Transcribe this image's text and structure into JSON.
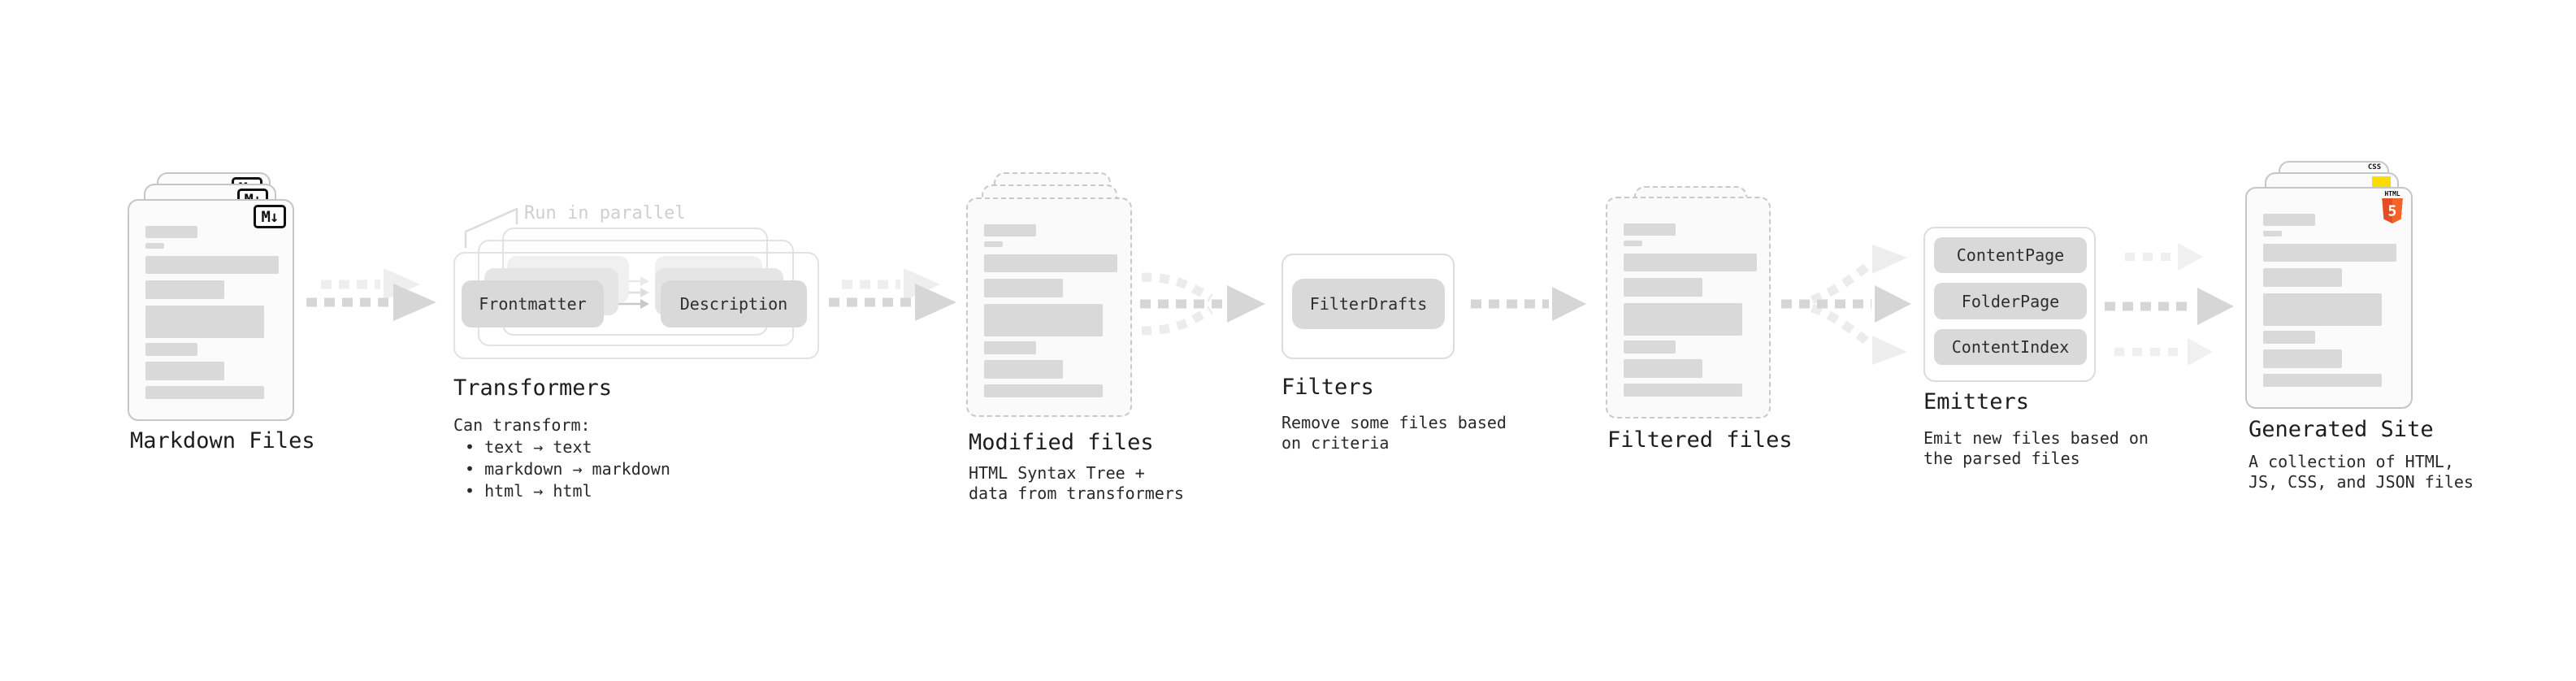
{
  "sections": {
    "markdown": {
      "label": "Markdown Files",
      "badge": "M↓"
    },
    "transformers": {
      "annotation": "Run in parallel",
      "chip_frontmatter": "Frontmatter",
      "chip_description": "Description",
      "label": "Transformers",
      "description_intro": "Can transform:",
      "bullets": [
        "• text → text",
        "• markdown → markdown",
        "• html → html"
      ]
    },
    "modified": {
      "label": "Modified files",
      "description_line1": "HTML Syntax Tree +",
      "description_line2": "data from transformers"
    },
    "filters": {
      "chip": "FilterDrafts",
      "label": "Filters",
      "description_line1": "Remove some files based",
      "description_line2": "on criteria"
    },
    "filtered": {
      "label": "Filtered files"
    },
    "emitters": {
      "chips": [
        "ContentPage",
        "FolderPage",
        "ContentIndex"
      ],
      "label": "Emitters",
      "description_line1": "Emit new files based on",
      "description_line2": "the parsed files"
    },
    "generated": {
      "label": "Generated Site",
      "description_line1": "A collection of HTML,",
      "description_line2": "JS, CSS, and JSON files",
      "badge_css": "CSS",
      "badge_html_text": "HTML",
      "badge_html_number": "5"
    }
  },
  "colors": {
    "css_blue": "#2b5ce6",
    "js_yellow": "#ffdc00",
    "html5_orange": "#e44d26",
    "html5_orange_light": "#f16529",
    "arrow_dark": "#d6d6d6",
    "arrow_light": "#ececec",
    "bar_gray": "#d9d9d9"
  }
}
